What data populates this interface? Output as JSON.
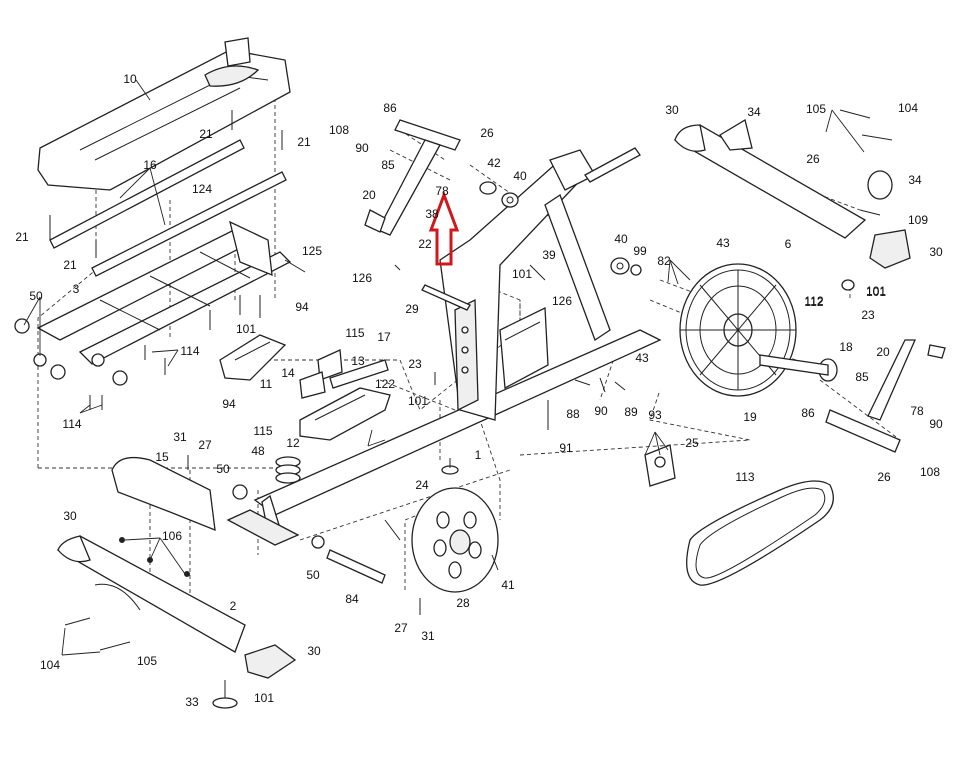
{
  "diagram": {
    "callouts": [
      "10",
      "21",
      "21",
      "16",
      "124",
      "21",
      "21",
      "125",
      "50",
      "3",
      "114",
      "114",
      "101",
      "94",
      "115",
      "13",
      "17",
      "122",
      "11",
      "14",
      "94",
      "115",
      "12",
      "101",
      "48",
      "31",
      "27",
      "15",
      "50",
      "30",
      "106",
      "2",
      "104",
      "105",
      "30",
      "33",
      "101",
      "86",
      "108",
      "90",
      "85",
      "26",
      "20",
      "42",
      "78",
      "40",
      "38",
      "22",
      "126",
      "39",
      "29",
      "101",
      "40",
      "99",
      "126",
      "82",
      "112",
      "23",
      "101",
      "88",
      "90",
      "89",
      "91",
      "43",
      "43",
      "24",
      "1",
      "50",
      "84",
      "27",
      "31",
      "28",
      "41",
      "30",
      "34",
      "105",
      "104",
      "26",
      "34",
      "109",
      "6",
      "30",
      "101",
      "112",
      "23",
      "19",
      "18",
      "20",
      "85",
      "86",
      "78",
      "90",
      "26",
      "108",
      "93",
      "25",
      "113"
    ],
    "highlight": {
      "shape": "arrow-up",
      "color": "#d0171b"
    }
  }
}
